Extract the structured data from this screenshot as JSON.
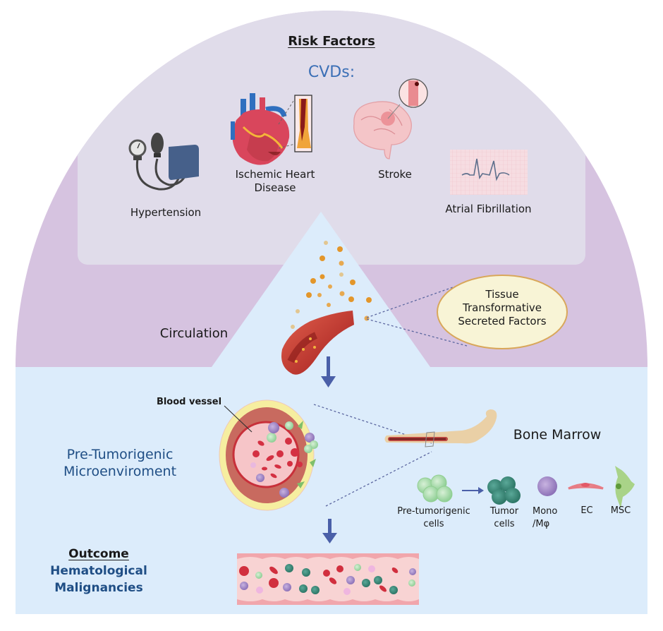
{
  "diagram": {
    "title": "Risk Factors",
    "cvd_heading": "CVDs:",
    "risk_factors": [
      {
        "label": "Hypertension",
        "icon": "blood-pressure-monitor-icon"
      },
      {
        "label_line1": "Ischemic Heart",
        "label_line2": "Disease",
        "icon": "heart-icon"
      },
      {
        "label": "Stroke",
        "icon": "brain-icon"
      },
      {
        "label": "Atrial Fibrillation",
        "icon": "ecg-icon"
      }
    ],
    "circulation_label": "Circulation",
    "secreted_factors": {
      "line1": "Tissue",
      "line2": "Transformative",
      "line3": "Secreted Factors"
    },
    "blood_vessel_label": "Blood vessel",
    "microenvironment": {
      "line1": "Pre-Tumorigenic",
      "line2": "Microenviroment"
    },
    "bone_marrow_label": "Bone Marrow",
    "cell_types": [
      {
        "line1": "Pre-tumorigenic",
        "line2": "cells",
        "icon": "pre-tumorigenic-cells-icon"
      },
      {
        "line1": "Tumor",
        "line2": "cells",
        "icon": "tumor-cells-icon"
      },
      {
        "line1": "Mono",
        "line2": "/Mφ",
        "icon": "monocyte-icon"
      },
      {
        "line1": "EC",
        "line2": "",
        "icon": "endothelial-cell-icon"
      },
      {
        "line1": "MSC",
        "line2": "",
        "icon": "msc-icon"
      }
    ],
    "outcome": {
      "heading": "Outcome",
      "line1": "Hematological",
      "line2": "Malignancies"
    },
    "colors": {
      "outer_purple": "#d6c3e0",
      "inner_lavender": "#e0dcea",
      "light_blue": "#dcecfb",
      "heading_blue": "#1f4e85",
      "cvd_blue": "#3b6fb6",
      "arrow_blue": "#4a5fa8",
      "ellipse_fill": "#f8f4d6",
      "ellipse_stroke": "#d9a75a",
      "particle_orange": "#e3962a"
    }
  }
}
